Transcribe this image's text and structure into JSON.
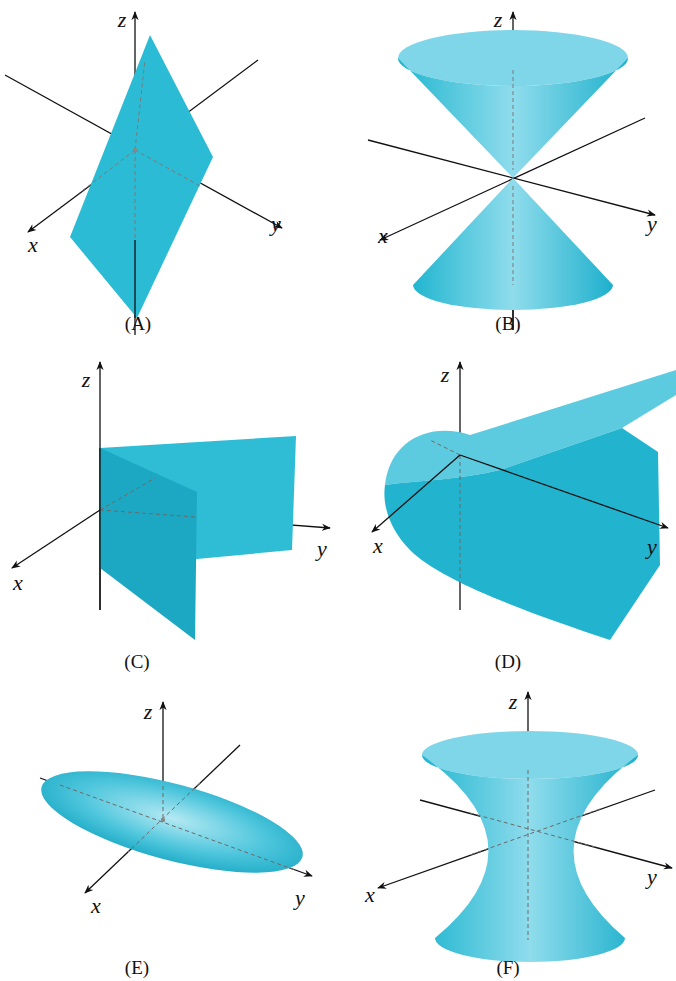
{
  "diagram": {
    "labels": [
      "z",
      "x",
      "y",
      "(A)",
      "z",
      "x",
      "y",
      "(B)",
      "z",
      "x",
      "y",
      "(C)",
      "z",
      "x",
      "y",
      "(D)",
      "z",
      "x",
      "y",
      "(E)",
      "z",
      "x",
      "y",
      "(F)"
    ]
  }
}
